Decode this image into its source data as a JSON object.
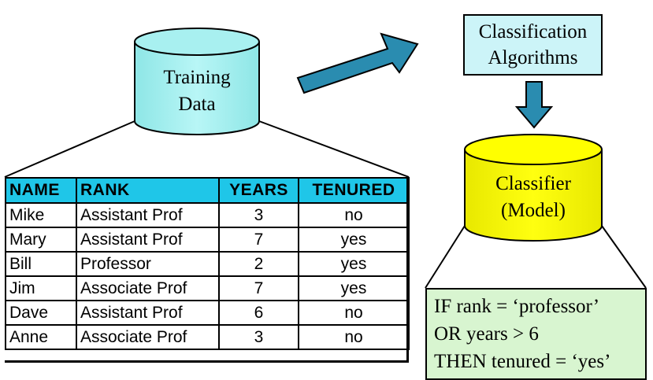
{
  "training_data": {
    "line1": "Training",
    "line2": "Data",
    "fill": "#a8f0f0"
  },
  "algorithms": {
    "line1": "Classification",
    "line2": "Algorithms"
  },
  "classifier": {
    "line1": "Classifier",
    "line2": "(Model)",
    "fill": "#ffff00"
  },
  "rule": {
    "line1": "IF rank = ‘professor’",
    "line2": "OR years > 6",
    "line3": "THEN tenured = ‘yes’"
  },
  "arrow_color": "#2a8cb0",
  "table": {
    "headers": {
      "name": "NAME",
      "rank": "RANK",
      "years": "YEARS",
      "tenured": "TENURED"
    },
    "header_color": "#1fc6e8",
    "rows": [
      {
        "name": "Mike",
        "rank": "Assistant Prof",
        "years": "3",
        "tenured": "no"
      },
      {
        "name": "Mary",
        "rank": "Assistant Prof",
        "years": "7",
        "tenured": "yes"
      },
      {
        "name": "Bill",
        "rank": "Professor",
        "years": "2",
        "tenured": "yes"
      },
      {
        "name": "Jim",
        "rank": "Associate Prof",
        "years": "7",
        "tenured": "yes"
      },
      {
        "name": "Dave",
        "rank": "Assistant Prof",
        "years": "6",
        "tenured": "no"
      },
      {
        "name": "Anne",
        "rank": "Associate Prof",
        "years": "3",
        "tenured": "no"
      }
    ]
  }
}
